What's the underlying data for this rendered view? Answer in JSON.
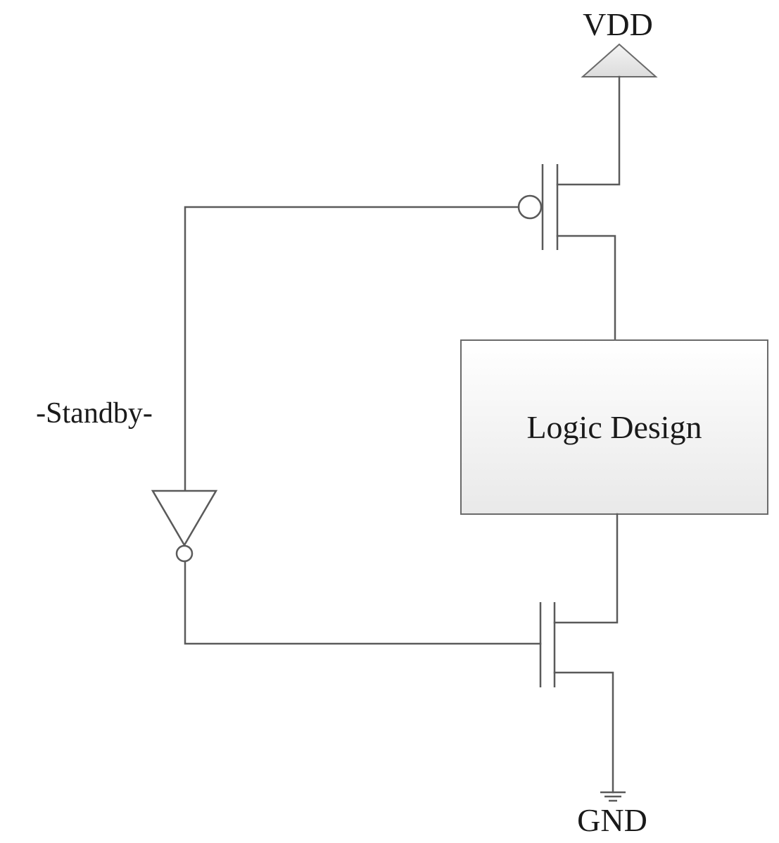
{
  "labels": {
    "vdd": "VDD",
    "gnd": "GND",
    "standby": "-Standby-",
    "logic_block": "Logic Design"
  },
  "components": {
    "header_switch": "pmos",
    "footer_switch": "nmos",
    "control_gate": "inverter"
  },
  "colors": {
    "wire": "#5a5a5a",
    "box_fill_top": "#ffffff",
    "box_fill_bottom": "#e9e9e9"
  }
}
